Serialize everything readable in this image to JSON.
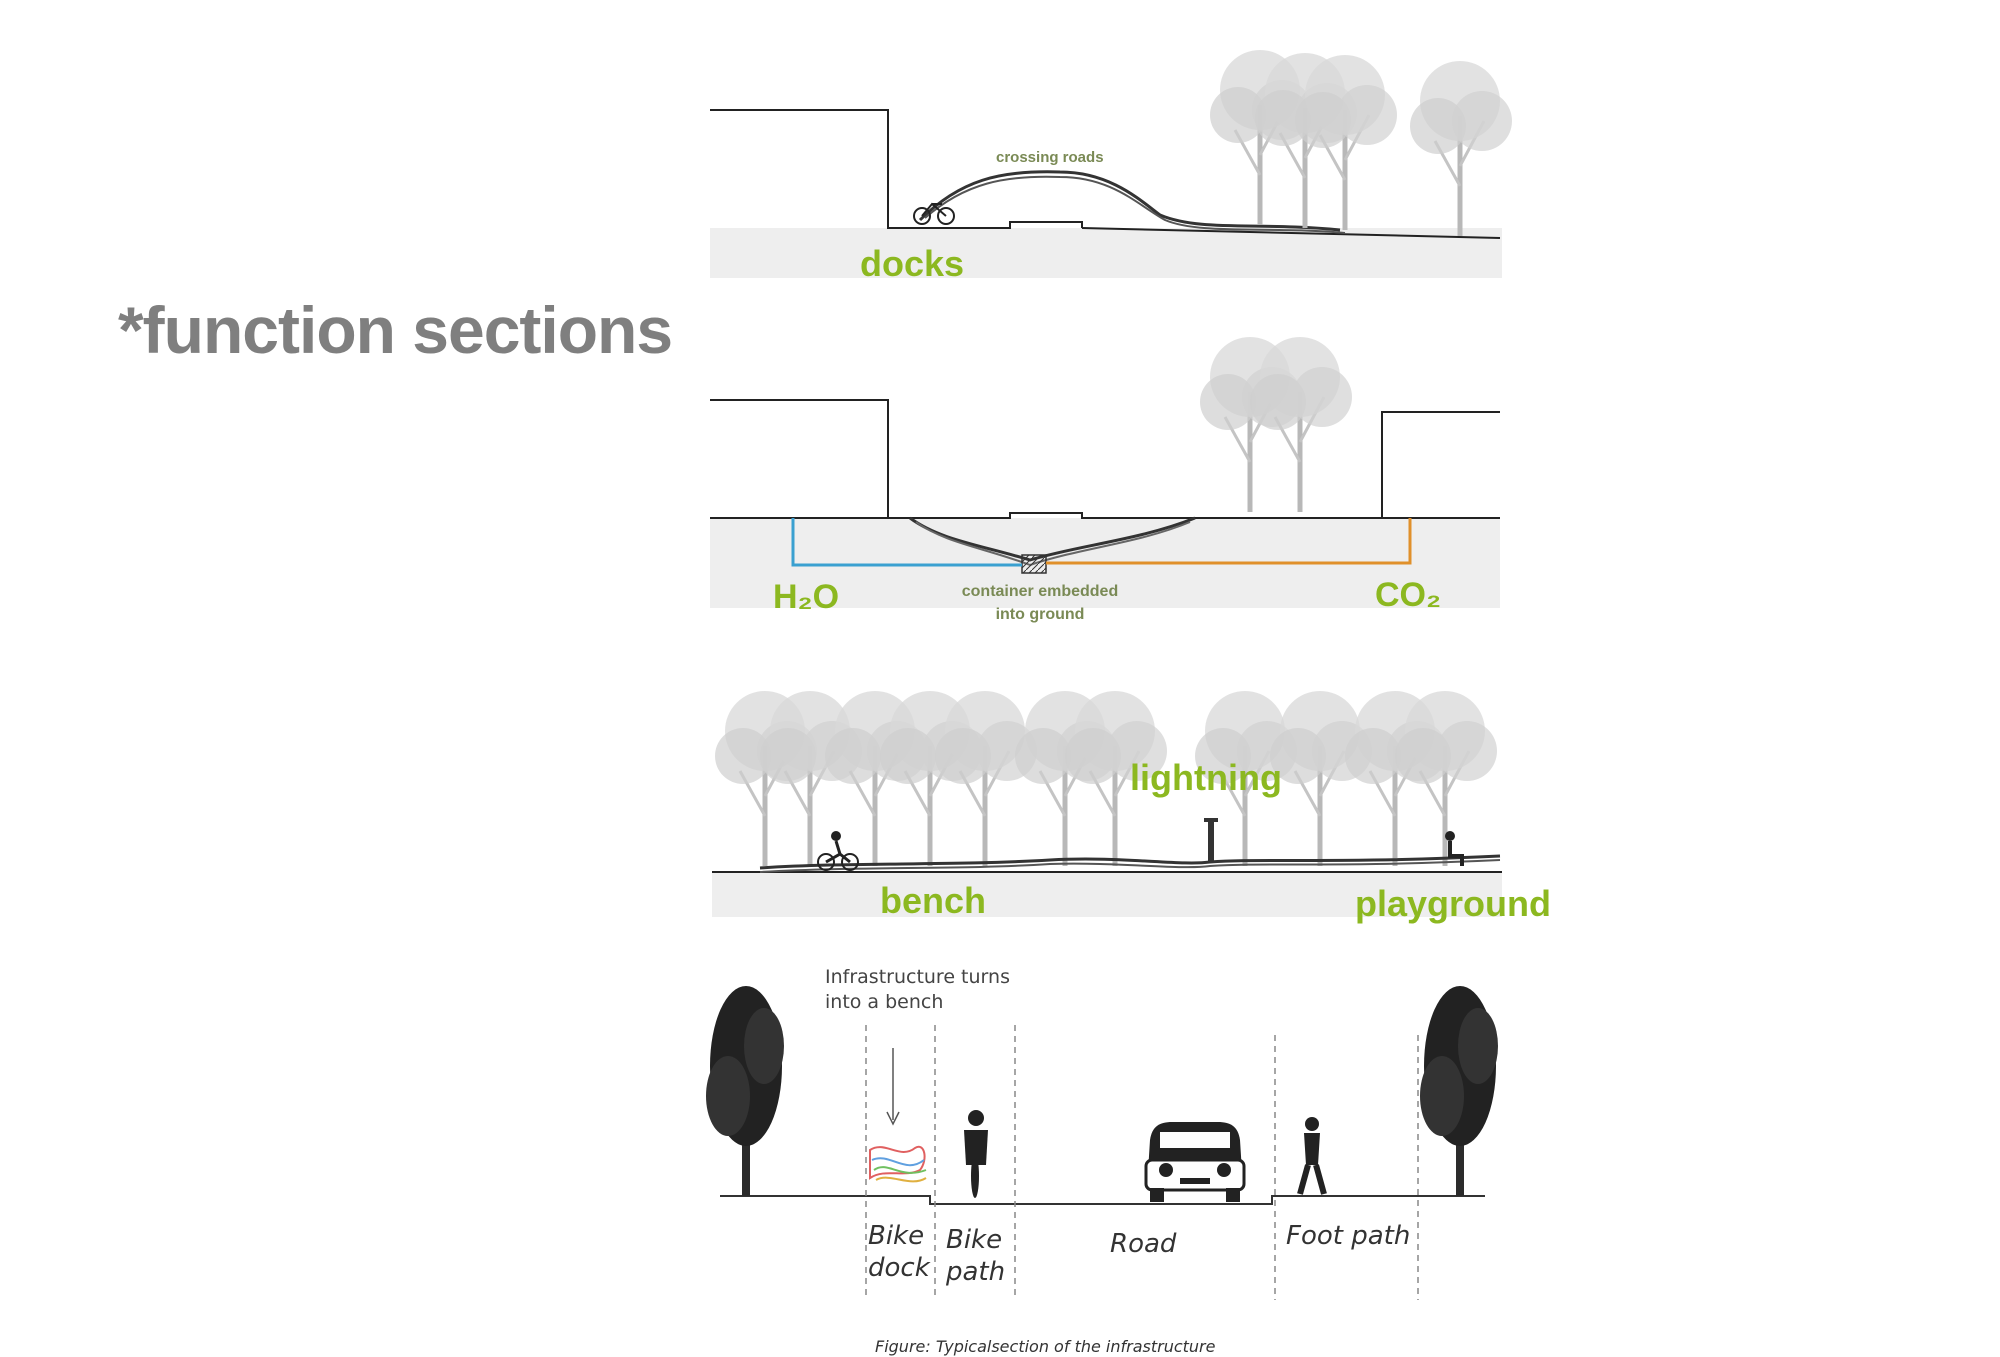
{
  "title": "*function sections",
  "section1": {
    "label_docks": "docks",
    "label_crossing": "crossing roads"
  },
  "section2": {
    "label_h2o": "H₂O",
    "label_co2": "CO₂",
    "label_container_1": "container embedded",
    "label_container_2": "into ground"
  },
  "section3": {
    "label_lightning": "lightning",
    "label_bench": "bench",
    "label_playground": "playground"
  },
  "section4": {
    "note_1": "Infrastructure turns",
    "note_2": "into a bench",
    "lane_bike_dock_1": "Bike",
    "lane_bike_dock_2": "dock",
    "lane_bike_path_1": "Bike",
    "lane_bike_path_2": "path",
    "lane_road": "Road",
    "lane_foot_path": "Foot path",
    "caption": "Figure: Typicalsection of the infrastructure"
  },
  "colors": {
    "accent_green": "#8cb820",
    "water_blue": "#3aa0d0",
    "co2_orange": "#e0902a",
    "ground_gray": "#eeeeee",
    "tree_gray": "#bdbdbd"
  }
}
